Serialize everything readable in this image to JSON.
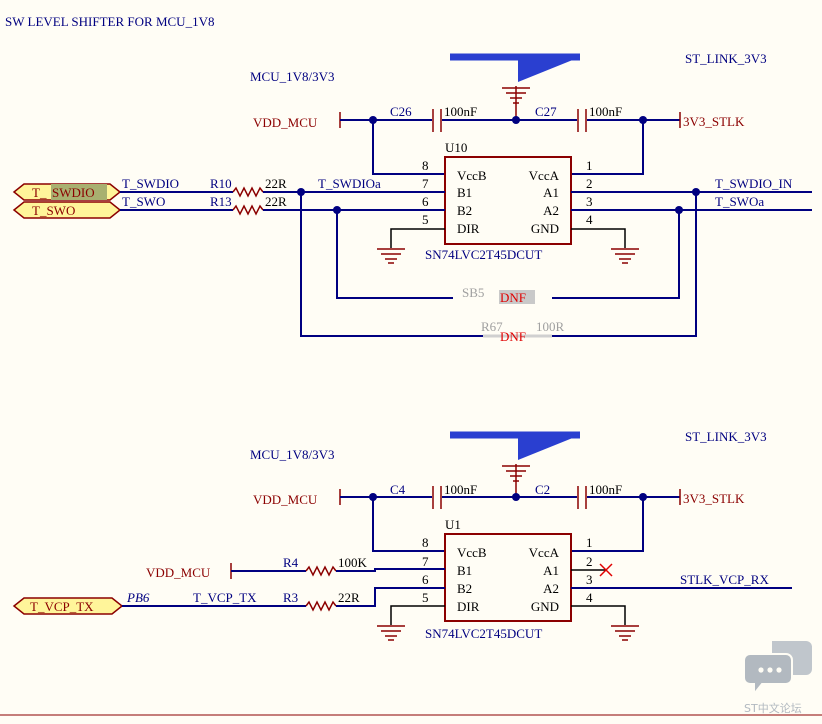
{
  "title": "SW LEVEL SHIFTER FOR MCU_1V8",
  "watermark": "ST中文论坛",
  "colors": {
    "wire": "#000080",
    "part": "#8b0000",
    "port_fill": "#fff59a",
    "dnf": "#e00000",
    "background": "#fffdf5"
  },
  "top": {
    "net_vmcu": "MCU_1V8/3V3",
    "net_stlink": "ST_LINK_3V3",
    "vdd_label": "VDD_MCU",
    "v3v3_label": "3V3_STLK",
    "c_left_ref": "C26",
    "c_left_val": "100nF",
    "c_right_ref": "C27",
    "c_right_val": "100nF",
    "ic_ref": "U10",
    "ic_part": "SN74LVC2T45DCUT",
    "pins_left": [
      {
        "num": "8",
        "name": "VccB"
      },
      {
        "num": "7",
        "name": "B1"
      },
      {
        "num": "6",
        "name": "B2"
      },
      {
        "num": "5",
        "name": "DIR"
      }
    ],
    "pins_right": [
      {
        "num": "1",
        "name": "VccA"
      },
      {
        "num": "2",
        "name": "A1"
      },
      {
        "num": "3",
        "name": "A2"
      },
      {
        "num": "4",
        "name": "GND"
      }
    ],
    "port1_t": "T_",
    "port1_hl": "SWDIO",
    "port2": "T_SWO",
    "net_swdio": "T_SWDIO",
    "net_swo": "T_SWO",
    "r10_ref": "R10",
    "r10_val": "22R",
    "r13_ref": "R13",
    "r13_val": "22R",
    "net_swdioa": "T_SWDIOa",
    "net_swdio_in": "T_SWDIO_IN",
    "net_swoa": "T_SWOa",
    "sb5_ref": "SB5",
    "sb5_val": "DNF",
    "r67_ref": "R67",
    "r67_val": "100R",
    "r67_dnf": "DNF"
  },
  "bottom": {
    "net_vmcu": "MCU_1V8/3V3",
    "net_stlink": "ST_LINK_3V3",
    "vdd_label": "VDD_MCU",
    "v3v3_label": "3V3_STLK",
    "c_left_ref": "C4",
    "c_left_val": "100nF",
    "c_right_ref": "C2",
    "c_right_val": "100nF",
    "ic_ref": "U1",
    "ic_part": "SN74LVC2T45DCUT",
    "pins_left": [
      {
        "num": "8",
        "name": "VccB"
      },
      {
        "num": "7",
        "name": "B1"
      },
      {
        "num": "6",
        "name": "B2"
      },
      {
        "num": "5",
        "name": "DIR"
      }
    ],
    "pins_right": [
      {
        "num": "1",
        "name": "VccA"
      },
      {
        "num": "2",
        "name": "A1"
      },
      {
        "num": "3",
        "name": "A2"
      },
      {
        "num": "4",
        "name": "GND"
      }
    ],
    "vdd_r4_label": "VDD_MCU",
    "r4_ref": "R4",
    "r4_val": "100K",
    "port_tx": "T_VCP_TX",
    "pb6": "PB6",
    "net_tx": "T_VCP_TX",
    "r3_ref": "R3",
    "r3_val": "22R",
    "net_rx": "STLK_VCP_RX"
  }
}
